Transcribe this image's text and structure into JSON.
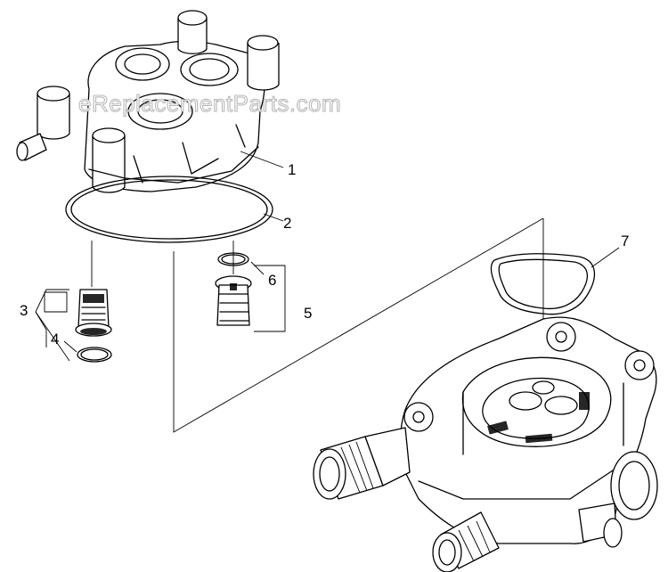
{
  "watermark": "eReplacementParts.com",
  "callouts": {
    "c1": "1",
    "c2": "2",
    "c3": "3",
    "c4": "4",
    "c5": "5",
    "c6": "6",
    "c7": "7"
  }
}
